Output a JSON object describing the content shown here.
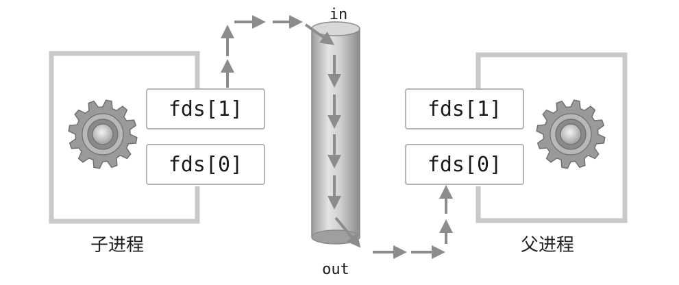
{
  "diagram": {
    "child_process": {
      "label": "子进程",
      "fd_write": "fds[1]",
      "fd_read": "fds[0]"
    },
    "parent_process": {
      "label": "父进程",
      "fd_write": "fds[1]",
      "fd_read": "fds[0]"
    },
    "pipe": {
      "in_label": "in",
      "out_label": "out"
    },
    "colors": {
      "frame": "#c9c9c9",
      "box_border": "#b4b4b4",
      "arrow": "#8c8c8c",
      "pipe_shade": "#b2b2b2",
      "gear": "#8f8f8f"
    },
    "icons": [
      "gear-icon",
      "gear-icon"
    ]
  }
}
